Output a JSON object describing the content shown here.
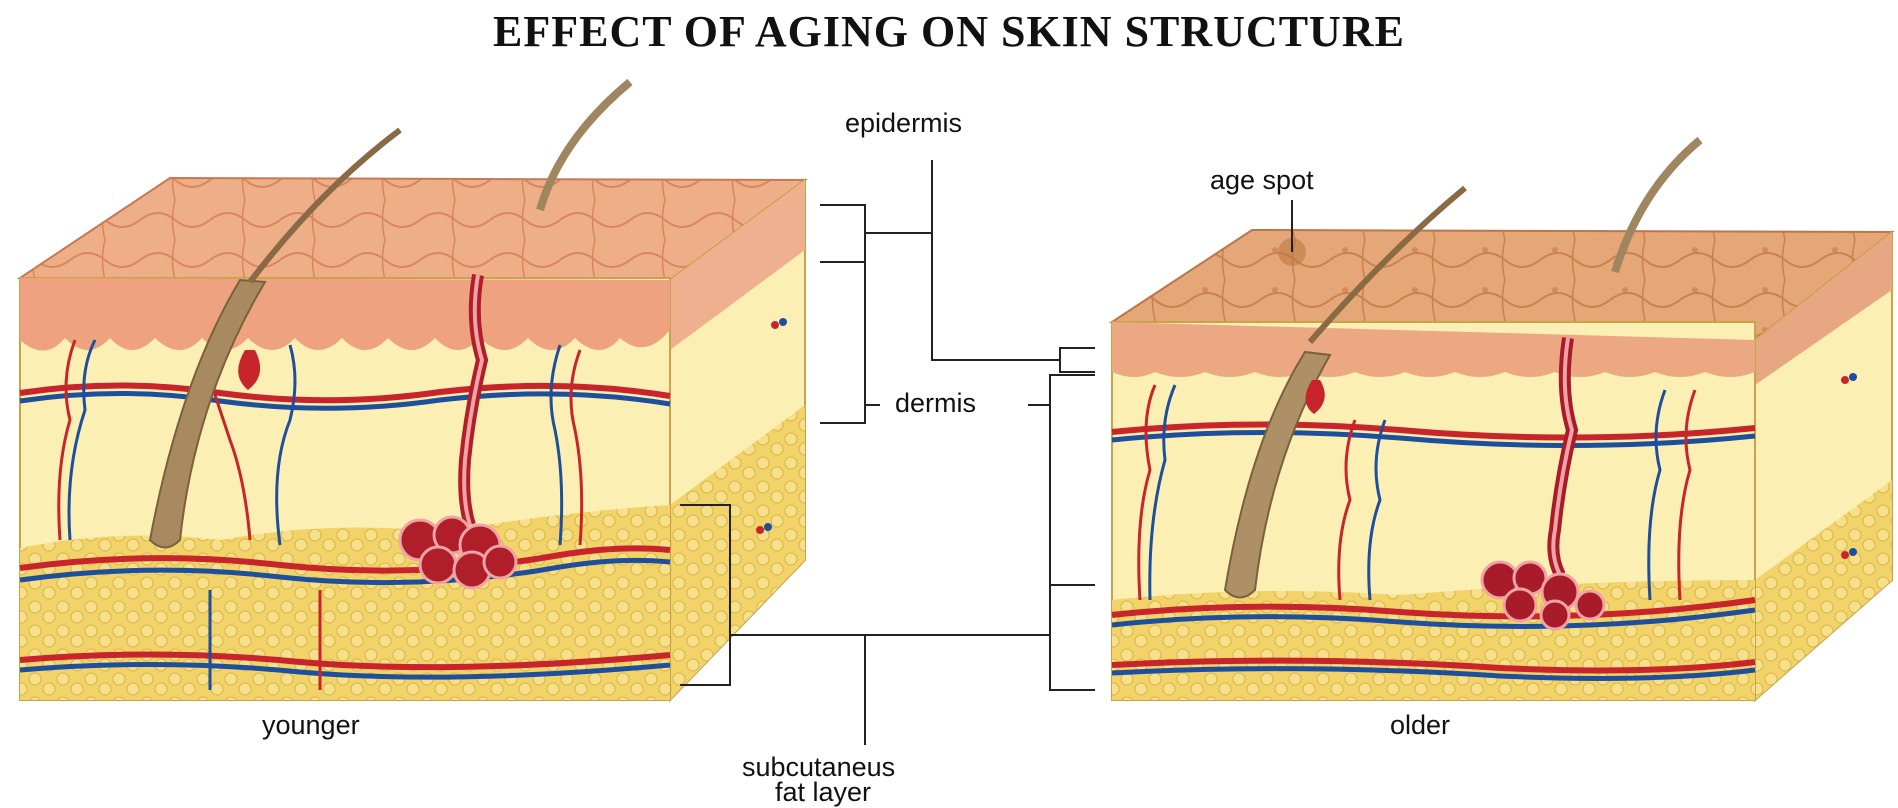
{
  "title": "EFFECT OF AGING ON SKIN STRUCTURE",
  "labels": {
    "epidermis": "epidermis",
    "dermis": "dermis",
    "subcutaneous_line1": "subcutaneus",
    "subcutaneous_line2": "fat layer",
    "age_spot": "age spot",
    "younger": "younger",
    "older": "older"
  },
  "colors": {
    "epidermis": "#e8a27a",
    "dermis": "#fbefb4",
    "fat": "#f2d36a",
    "artery": "#c8242b",
    "vein": "#1d4f9c",
    "hair": "#a08660",
    "gland": "#b01e2a"
  }
}
